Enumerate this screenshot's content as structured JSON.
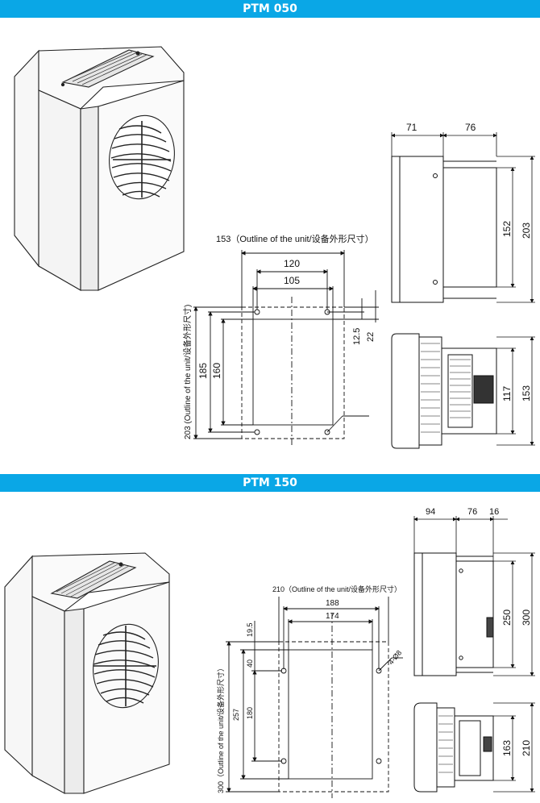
{
  "sections": [
    {
      "title": "PTM 050",
      "outline_note_h": "153（Outline of the unit/设备外形尺寸）",
      "outline_note_v": "203 (Outline of the unit/设备外形尺寸)",
      "dims": {
        "d120": "120",
        "d105": "105",
        "d185": "185",
        "d160": "160",
        "d12_5": "12.5",
        "d22": "22",
        "d71": "71",
        "d76": "76",
        "d152": "152",
        "d203": "203",
        "d117": "117",
        "d153": "153"
      }
    },
    {
      "title": "PTM 150",
      "outline_note_h": "210（Outline of the unit/设备外形尺寸）",
      "outline_note_v": "300（Outline of the unit/设备外形尺寸）",
      "dims": {
        "d188": "188",
        "d174": "174",
        "d19_5": "19.5",
        "d40": "40",
        "d257": "257",
        "d180": "180",
        "d4_8": "4-Ø8",
        "d94": "94",
        "d76": "76",
        "d16": "16",
        "d250": "250",
        "d300": "300",
        "d163": "163",
        "d210": "210"
      }
    }
  ]
}
